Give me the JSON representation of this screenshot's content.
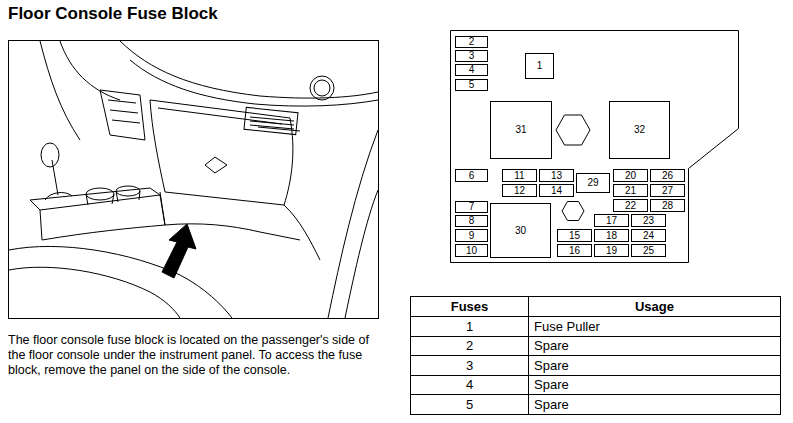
{
  "diagram": {
    "title": "Floor Console Fuse Block",
    "caption": "The floor console fuse block is located on the passenger's side of the floor console under the instrument panel. To access the fuse block, remove the panel on the side of the console.",
    "nodes": [
      {
        "text": [
          "1"
        ]
      },
      {
        "text": [
          "2"
        ]
      },
      {
        "text": [
          "3"
        ]
      },
      {
        "text": [
          "4"
        ]
      },
      {
        "text": [
          "5"
        ]
      },
      {
        "text": [
          "6"
        ]
      },
      {
        "text": [
          "7"
        ]
      },
      {
        "text": [
          "8"
        ]
      },
      {
        "text": [
          "9"
        ]
      },
      {
        "text": [
          "10"
        ]
      },
      {
        "text": [
          "11"
        ]
      },
      {
        "text": [
          "12"
        ]
      },
      {
        "text": [
          "13"
        ]
      },
      {
        "text": [
          "14"
        ]
      },
      {
        "text": [
          "15"
        ]
      },
      {
        "text": [
          "16"
        ]
      },
      {
        "text": [
          "17"
        ]
      },
      {
        "text": [
          "18"
        ]
      },
      {
        "text": [
          "19"
        ]
      },
      {
        "text": [
          "20"
        ]
      },
      {
        "text": [
          "21"
        ]
      },
      {
        "text": [
          "22"
        ]
      },
      {
        "text": [
          "23"
        ]
      },
      {
        "text": [
          "24"
        ]
      },
      {
        "text": [
          "25"
        ]
      },
      {
        "text": [
          "26"
        ]
      },
      {
        "text": [
          "27"
        ]
      },
      {
        "text": [
          "28"
        ]
      },
      {
        "text": [
          "29"
        ]
      },
      {
        "text": [
          "30"
        ]
      },
      {
        "text": [
          "31"
        ]
      },
      {
        "text": [
          "32"
        ]
      }
    ],
    "labels": [
      "Fuses",
      "Usage",
      "1",
      "Fuse Puller",
      "2",
      "Spare",
      "3",
      "Spare",
      "4",
      "Spare",
      "5",
      "Spare"
    ]
  }
}
